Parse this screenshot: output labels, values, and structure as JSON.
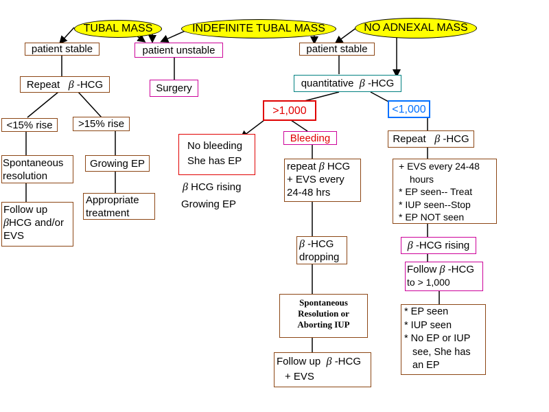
{
  "colors": {
    "oval_fill": "#ffff00",
    "box_border": "#8b4513",
    "pink_border": "#cc0099",
    "teal_border": "#008080",
    "red": "#e00000",
    "blue": "#0070ff"
  },
  "beta": "β",
  "ovals": {
    "tubal_mass": "TUBAL MASS",
    "indefinite_tubal_mass": "INDEFINITE TUBAL MASS",
    "no_adnexal_mass": "NO ADNEXAL MASS"
  },
  "left": {
    "patient_stable": "patient stable",
    "repeat_hcg_pre": "Repeat",
    "repeat_hcg_post": "-HCG",
    "lt15": "<15% rise",
    "gt15": ">15% rise",
    "spontaneous_1": "Spontaneous",
    "spontaneous_2": "resolution",
    "growing_ep": "Growing EP",
    "appropriate_1": "Appropriate",
    "appropriate_2": "treatment",
    "follow_1": "Follow  up",
    "follow_2": "HCG  and/or",
    "follow_3": "EVS"
  },
  "mid": {
    "patient_unstable": "patient unstable",
    "surgery": "Surgery",
    "no_bleeding_1": "No bleeding",
    "no_bleeding_2": "She has EP",
    "hcg_rising": "HCG rising",
    "growing_ep": "Growing EP"
  },
  "right": {
    "patient_stable": "patient stable",
    "quantitative_pre": "quantitative",
    "quantitative_post": "-HCG",
    "gt1000": ">1,000",
    "lt1000": "<1,000",
    "bleeding": "Bleeding",
    "repeat_evs_1a": "repeat",
    "repeat_evs_1b": "HCG",
    "repeat_evs_2": "+ EVS every",
    "repeat_evs_3": "24-48 hrs",
    "dropping_1": "-HCG",
    "dropping_2": "dropping",
    "spont_1": "Spontaneous",
    "spont_2": "Resolution or",
    "spont_3": "Aborting IUP",
    "followup_1a": "Follow up",
    "followup_1b": "-HCG",
    "followup_2": "+ EVS",
    "repeat_pre": "Repeat",
    "repeat_post": "-HCG",
    "evs_1": "+ EVS every 24-48",
    "evs_2": "hours",
    "evs_3": "* EP seen-- Treat",
    "evs_4": "* IUP seen--Stop",
    "evs_5": "* EP NOT seen",
    "rising": "-HCG rising",
    "follow_1a": "Follow",
    "follow_1b": "-HCG",
    "follow_2": "to > 1,000",
    "final_1": "* EP seen",
    "final_2": "* IUP seen",
    "final_3": "* No EP or IUP",
    "final_4": "see, She has",
    "final_5": "an EP"
  }
}
